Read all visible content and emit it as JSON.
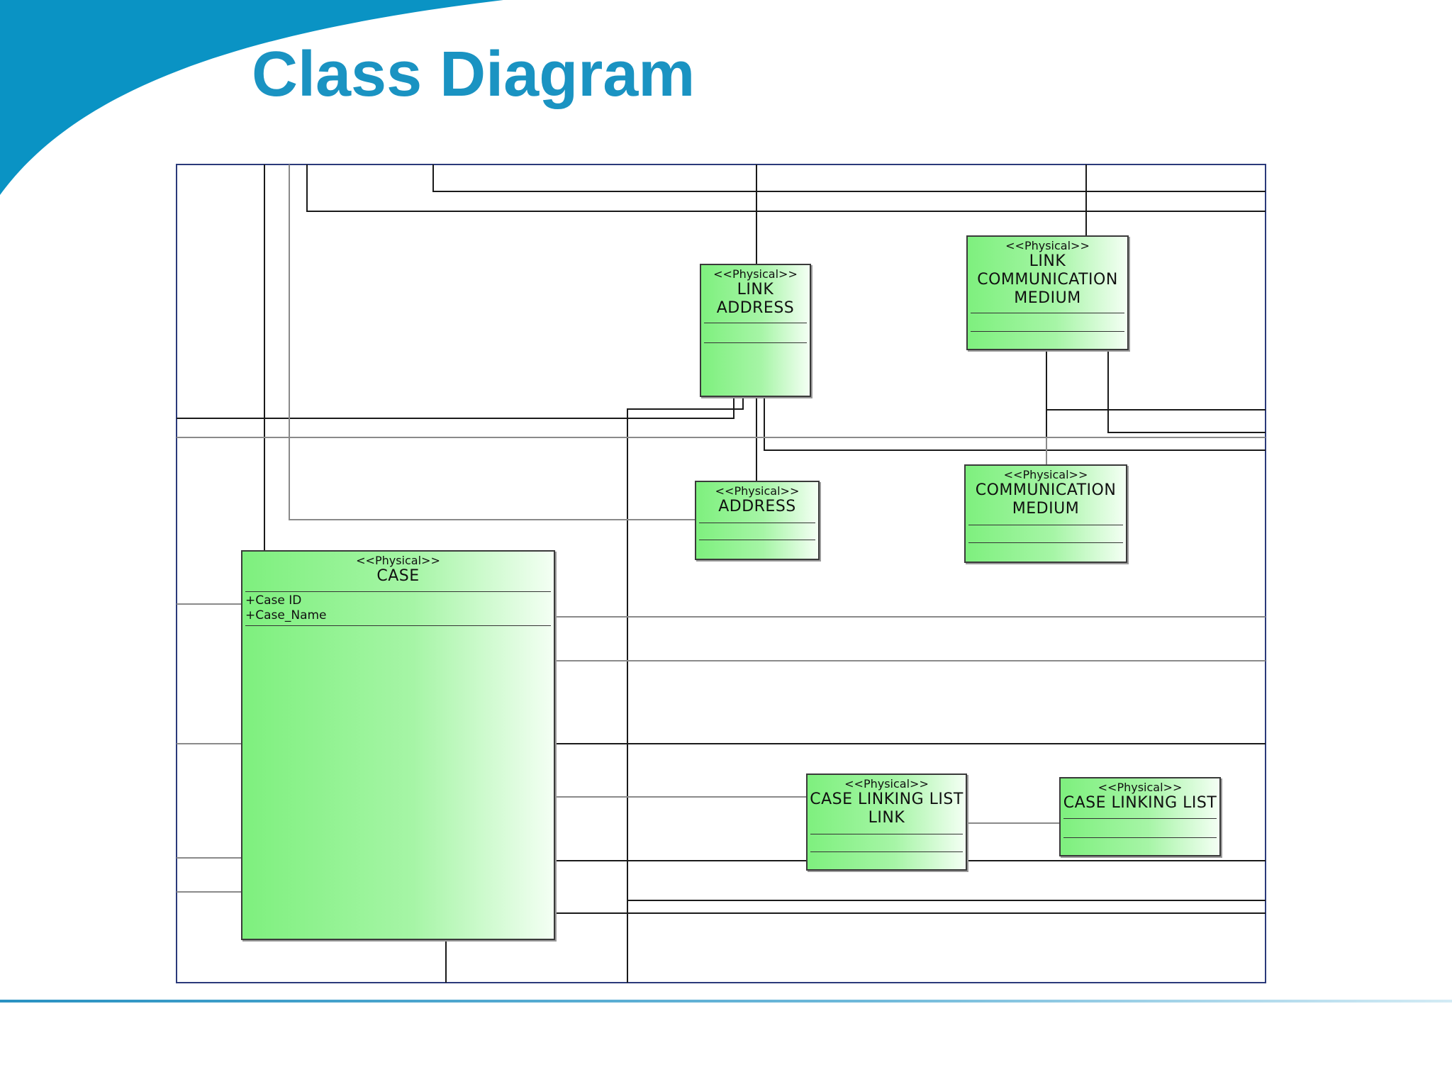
{
  "slide": {
    "title": "Class Diagram",
    "accent_color": "#1a93c2"
  },
  "classes": {
    "link_address": {
      "stereotype": "<<Physical>>",
      "lines": [
        "LINK",
        "ADDRESS"
      ]
    },
    "link_communication_medium": {
      "stereotype": "<<Physical>>",
      "lines": [
        "LINK",
        "COMMUNICATION",
        "MEDIUM"
      ]
    },
    "address": {
      "stereotype": "<<Physical>>",
      "lines": [
        "ADDRESS"
      ]
    },
    "communication_medium": {
      "stereotype": "<<Physical>>",
      "lines": [
        "COMMUNICATION",
        "MEDIUM"
      ]
    },
    "case": {
      "stereotype": "<<Physical>>",
      "lines": [
        "CASE"
      ],
      "attributes": [
        "+Case ID",
        "+Case_Name"
      ]
    },
    "case_linking_list_link": {
      "stereotype": "<<Physical>>",
      "lines": [
        "CASE LINKING LIST",
        "LINK"
      ]
    },
    "case_linking_list": {
      "stereotype": "<<Physical>>",
      "lines": [
        "CASE LINKING LIST"
      ]
    }
  }
}
